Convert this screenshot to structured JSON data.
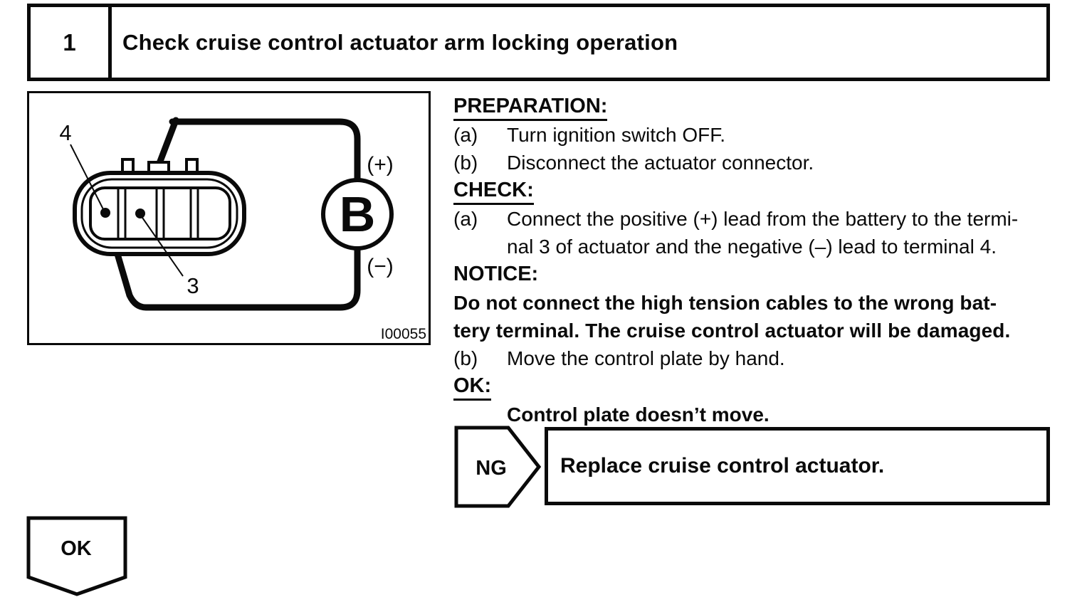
{
  "header": {
    "step_number": "1",
    "title": "Check cruise control actuator arm locking operation"
  },
  "figure": {
    "terminal_4_label": "4",
    "terminal_3_label": "3",
    "battery_plus_label": "(+)",
    "battery_minus_label": "(−)",
    "battery_symbol": "B",
    "figure_code": "I00055"
  },
  "procedure": {
    "preparation": {
      "heading": "PREPARATION:",
      "steps": [
        {
          "label": "(a)",
          "text": "Turn ignition switch OFF."
        },
        {
          "label": "(b)",
          "text": "Disconnect the actuator connector."
        }
      ]
    },
    "check": {
      "heading": "CHECK:",
      "step_a": {
        "label": "(a)",
        "lines": [
          "Connect the positive (+) lead from the battery to the termi-",
          "nal 3 of actuator and the negative (–) lead to terminal 4."
        ]
      },
      "notice": {
        "heading": "NOTICE:",
        "lines": [
          "Do not connect the high tension cables to the wrong bat-",
          "tery terminal. The cruise control actuator will be damaged."
        ]
      },
      "step_b": {
        "label": "(b)",
        "text": "Move the control plate by hand."
      }
    },
    "ok": {
      "heading": "OK:",
      "result": "Control plate doesn’t move."
    }
  },
  "flow": {
    "ng": {
      "label": "NG",
      "action": "Replace cruise control actuator."
    },
    "ok": {
      "label": "OK"
    }
  }
}
